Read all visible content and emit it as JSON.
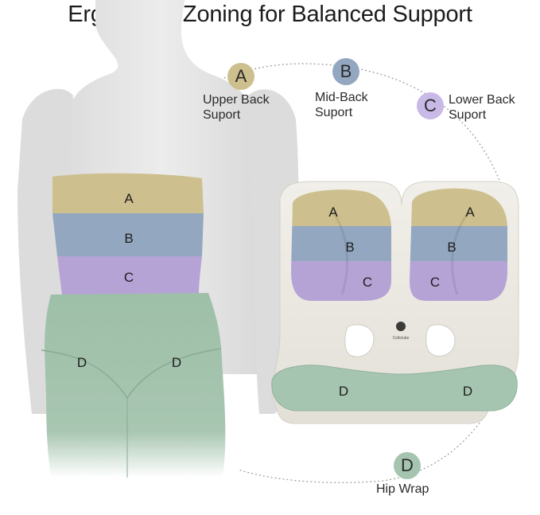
{
  "title": "Ergonomic Zoning for Balanced Support",
  "colors": {
    "zone_a": "#cdbf8e",
    "zone_b": "#93a8c0",
    "zone_c": "#b6a3d6",
    "zone_d": "#a6c5b0",
    "background": "#ffffff"
  },
  "legend": {
    "a": {
      "letter": "A",
      "line1": "Upper Back",
      "line2": "Suport"
    },
    "b": {
      "letter": "B",
      "line1": "Mid-Back",
      "line2": "Suport"
    },
    "c": {
      "letter": "C",
      "line1": "Lower Back",
      "line2": "Suport"
    },
    "d": {
      "letter": "D",
      "line1": "Hip Wrap"
    }
  },
  "body_labels": {
    "a": "A",
    "b": "B",
    "c": "C",
    "d_left": "D",
    "d_right": "D"
  },
  "cushion_labels": {
    "left": {
      "a": "A",
      "b": "B",
      "c": "C"
    },
    "right": {
      "a": "A",
      "b": "B",
      "c": "C"
    },
    "d_left": "D",
    "d_right": "D"
  },
  "logo": "Cellelube"
}
